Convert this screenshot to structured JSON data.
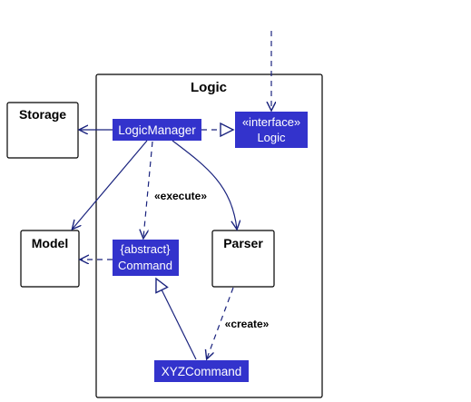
{
  "diagram": {
    "colors": {
      "edge": "#1a237e",
      "node_fill": "#3333cc",
      "node_text": "#ffffff",
      "box_stroke": "#000000",
      "background": "#ffffff"
    },
    "container": {
      "label": "Logic"
    },
    "external_boxes": {
      "storage": "Storage",
      "model": "Model"
    },
    "nodes": {
      "logic_manager": "LogicManager",
      "logic_interface": {
        "stereotype": "«interface»",
        "name": "Logic"
      },
      "command": {
        "stereotype": "{abstract}",
        "name": "Command"
      },
      "parser": "Parser",
      "xyz_command": "XYZCommand"
    },
    "edge_labels": {
      "execute": "«execute»",
      "create": "«create»"
    }
  }
}
